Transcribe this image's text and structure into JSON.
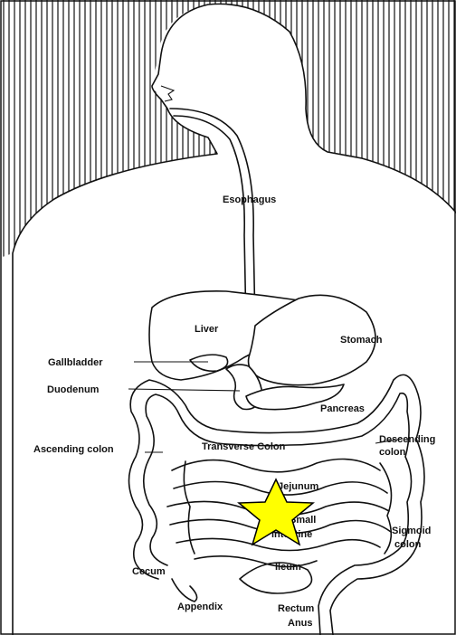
{
  "labels": {
    "esophagus": "Esophagus",
    "liver": "Liver",
    "stomach": "Stomach",
    "gallbladder": "Gallbladder",
    "duodenum": "Duodenum",
    "pancreas": "Pancreas",
    "transverse_colon": "Transverse Colon",
    "descending_colon_1": "Descending",
    "descending_colon_2": "colon",
    "ascending_colon": "Ascending colon",
    "jejunum": "Jejunum",
    "small_intestine_1": "Small",
    "small_intestine_2": "intestine",
    "sigmoid_colon_1": "Sigmoid",
    "sigmoid_colon_2": "colon",
    "cecum": "Cecum",
    "ileum": "Ileum",
    "appendix": "Appendix",
    "rectum": "Rectum",
    "anus": "Anus"
  },
  "marker": {
    "icon": "star-icon",
    "color": "#FFFF00",
    "stroke": "#000000"
  },
  "colors": {
    "ink": "#111111",
    "background": "#ffffff"
  }
}
